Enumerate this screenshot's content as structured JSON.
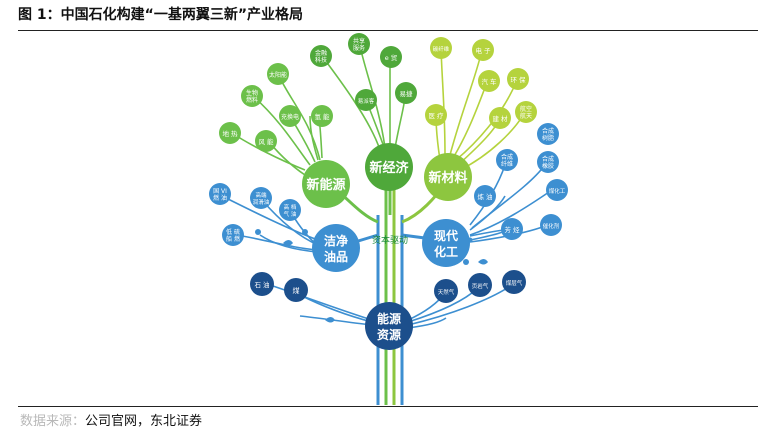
{
  "figure": {
    "title": "图 1：中国石化构建“一基两翼三新”产业格局",
    "source_faint": "数据来源：",
    "source_rest": "公司官网，东北证券"
  },
  "colors": {
    "green": "#6cc04a",
    "light_green": "#8dc63f",
    "lime": "#b5d33d",
    "blue": "#3d8fd1",
    "dark_blue": "#1c4f8c",
    "branch_green": "#6cc04a",
    "branch_blue": "#3d8fd1"
  },
  "tree": {
    "trunk_label": "资本驱动",
    "hubs": {
      "new_energy": "新能源",
      "new_economy": "新经济",
      "new_materials": "新材料",
      "clean_oil_1": "洁净",
      "clean_oil_2": "油品",
      "modern_chem_1": "现代",
      "modern_chem_2": "化工",
      "energy_res_1": "能源",
      "energy_res_2": "资源"
    },
    "leaves": {
      "wind_power": "风 能",
      "geothermal": "地 热",
      "biofuel_1": "生物",
      "biofuel_2": "燃料",
      "solar": "太阳能",
      "charging": "充换电",
      "hydrogen": "氢 能",
      "finance_1": "金融",
      "finance_2": "科技",
      "service_1": "共享",
      "service_2": "服务",
      "etrade": "e 贸",
      "yijie": "易捷",
      "yipaike": "易派客",
      "carbon_fiber": "碳纤维",
      "electronics": "电 子",
      "auto": "汽 车",
      "environment": "环 保",
      "aerospace_1": "航空",
      "aerospace_2": "航天",
      "construction": "建 材",
      "medical": "医 疗",
      "synthetic_fiber_1": "合成",
      "synthetic_fiber_2": "纤维",
      "synthetic_resin_1": "合成",
      "synthetic_resin_2": "树脂",
      "synthetic_rubber_1": "合成",
      "synthetic_rubber_2": "橡胶",
      "coal_chem": "煤化工",
      "catalyst": "催化剂",
      "refining": "炼 油",
      "aromatics": "芳 烃",
      "nat6_1": "国 VI",
      "nat6_2": "燃 油",
      "hq_lube_1": "高端",
      "hq_lube_2": "润滑油",
      "hq_gas_1": "高 档",
      "hq_gas_2": "气 油",
      "lowsulfur_1": "低 硫",
      "lowsulfur_2": "船 燃",
      "oil": "石 油",
      "coal": "煤",
      "natural_gas": "天然气",
      "shale_gas": "页岩气",
      "coalbed_gas": "煤层气"
    }
  }
}
